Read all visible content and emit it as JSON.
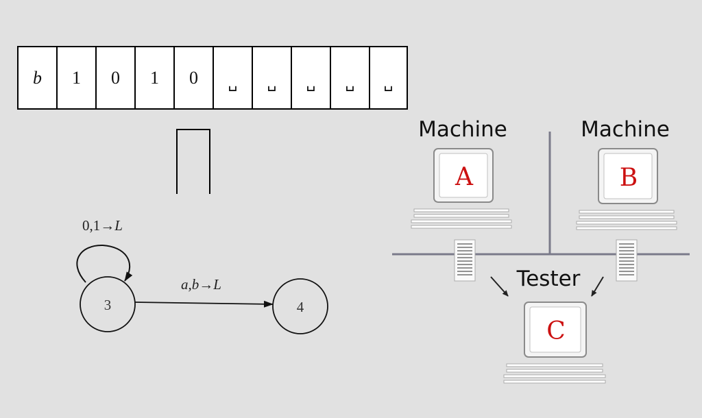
{
  "tape": {
    "cells": [
      "b",
      "1",
      "0",
      "1",
      "0",
      "␣",
      "␣",
      "␣",
      "␣",
      "␣"
    ]
  },
  "state_diagram": {
    "states": [
      {
        "id": "state-3",
        "label": "3"
      },
      {
        "id": "state-4",
        "label": "4"
      }
    ],
    "self_loop_label": {
      "symbols": "0,1",
      "arrow": "→",
      "move": "L"
    },
    "transition_label": {
      "symbols": "a,b",
      "arrow": "→",
      "move": "L"
    }
  },
  "turing_test": {
    "machine_a": {
      "title": "Machine",
      "letter": "A"
    },
    "machine_b": {
      "title": "Machine",
      "letter": "B"
    },
    "tester": {
      "title": "Tester",
      "letter": "C"
    },
    "colors": {
      "screen_letter": "#cc1111"
    }
  },
  "colors": {
    "background": "#e1e1e1"
  }
}
